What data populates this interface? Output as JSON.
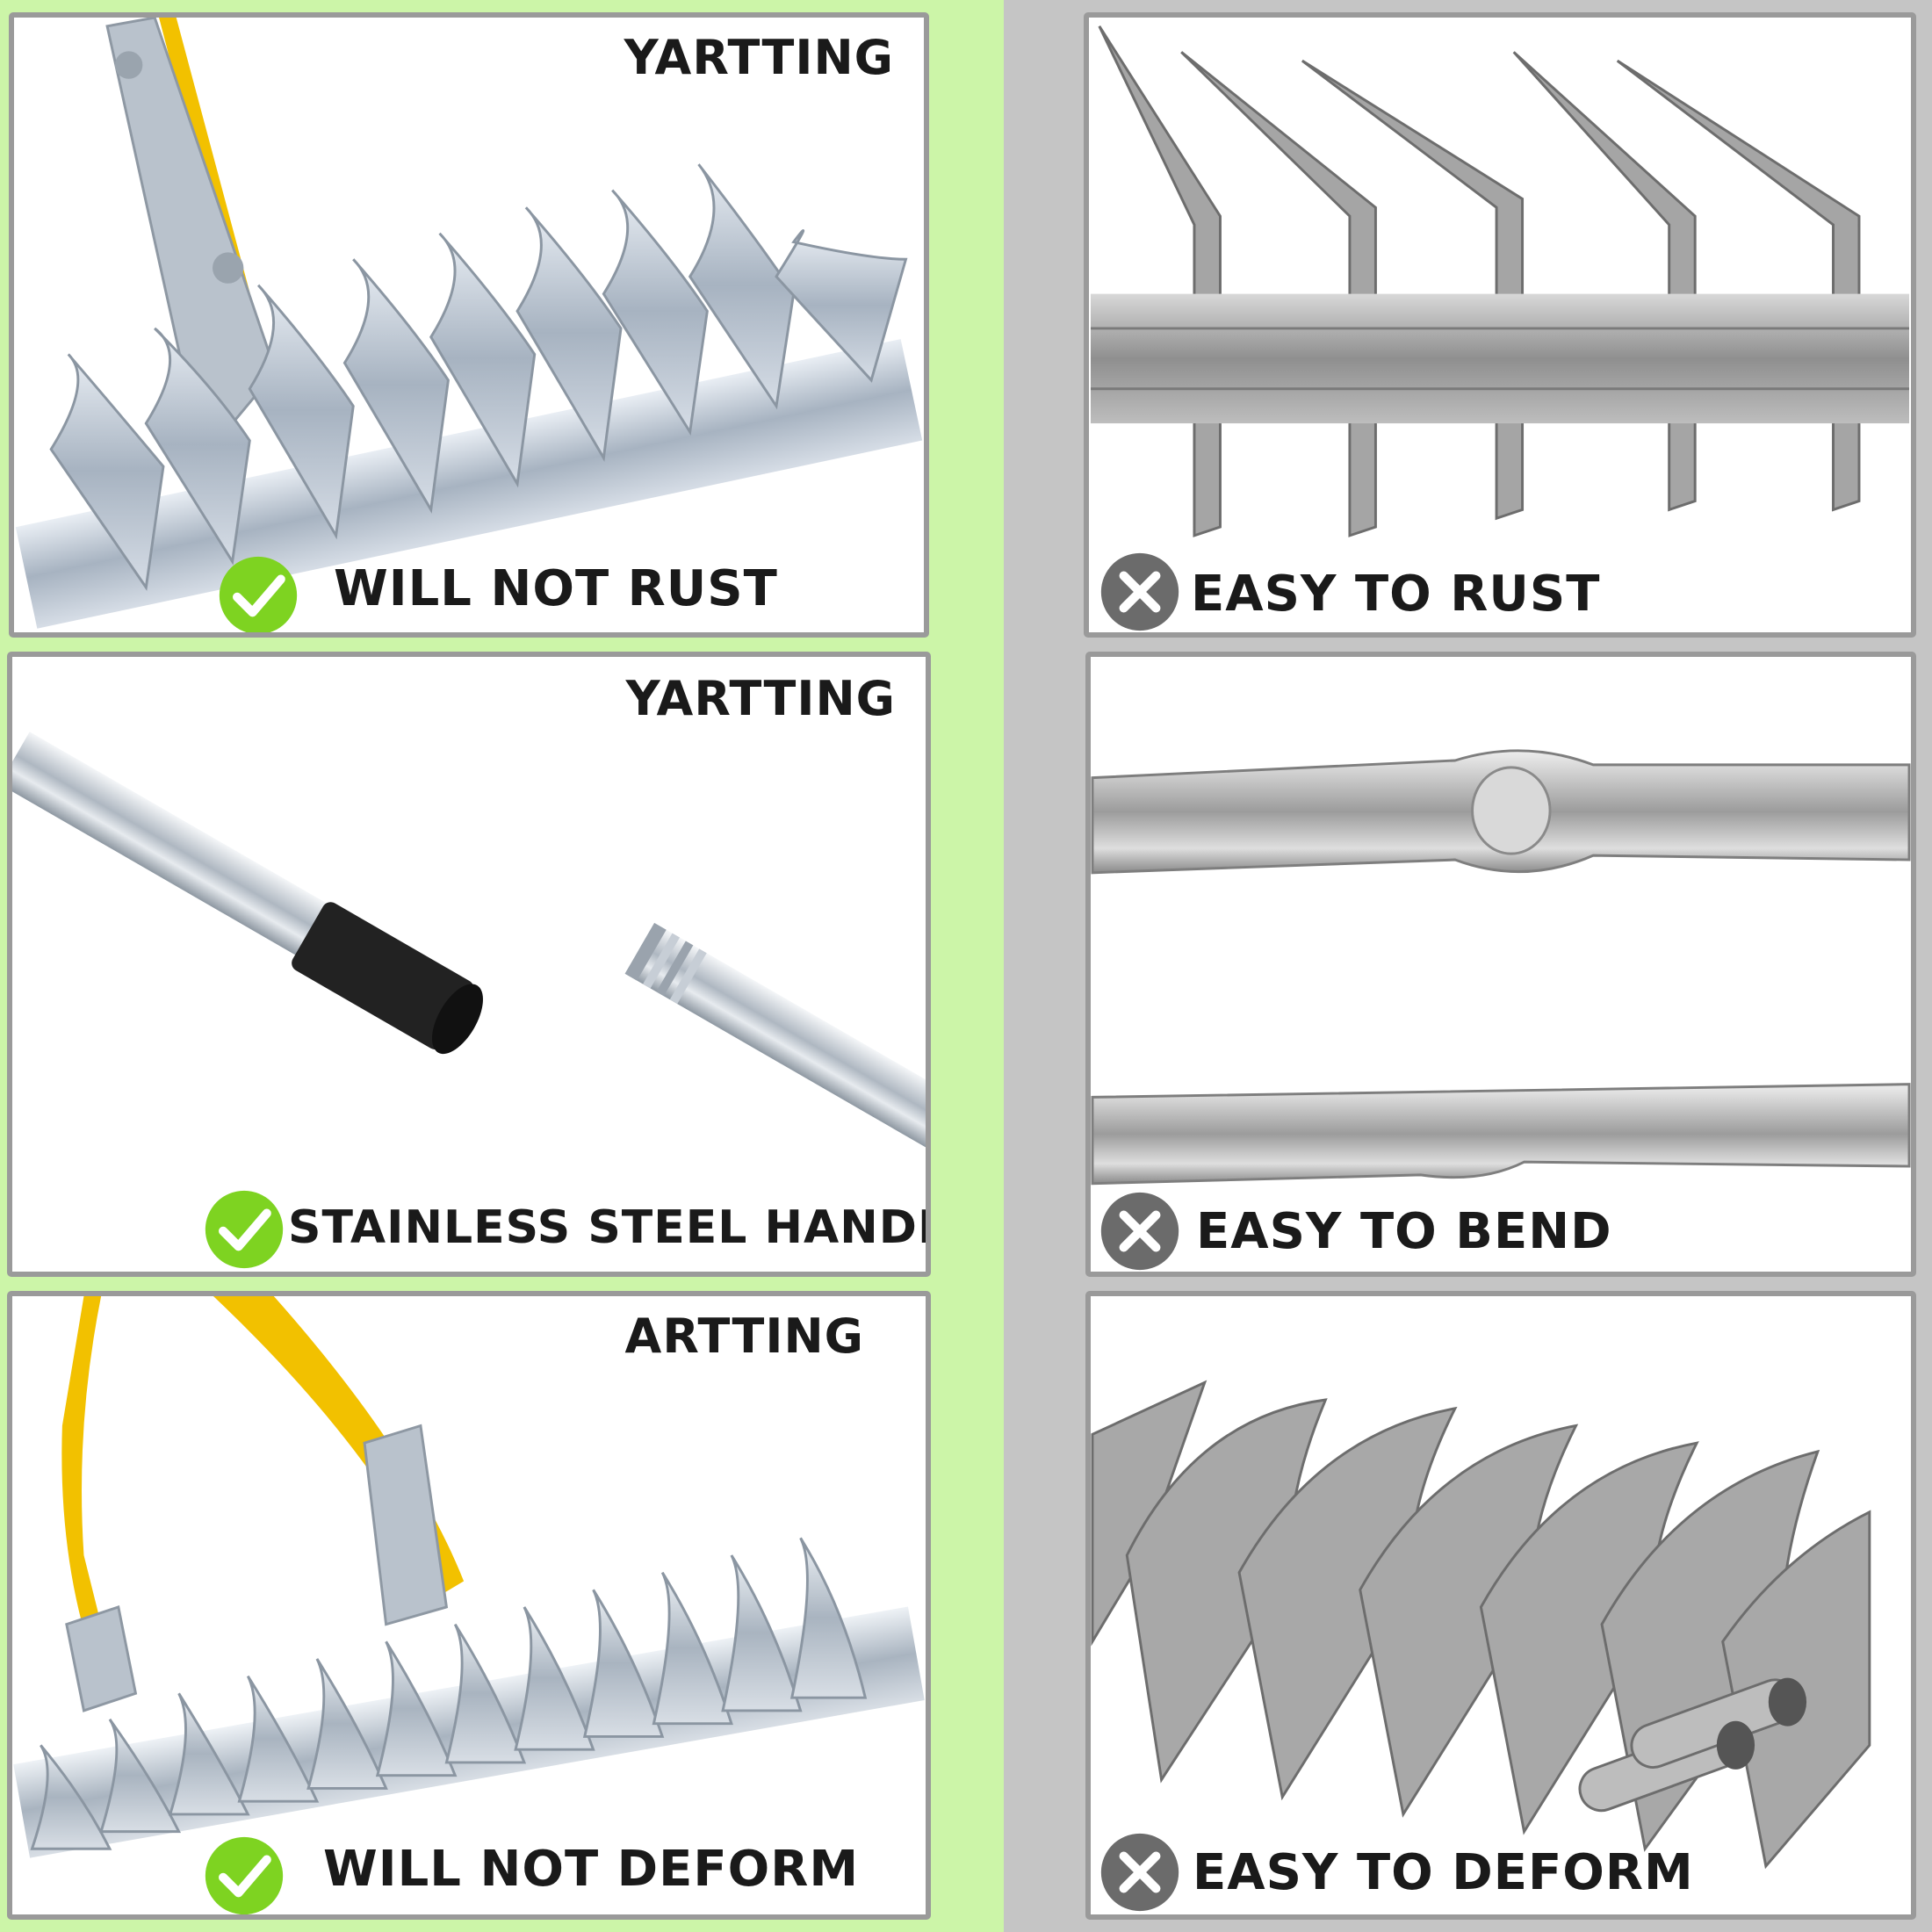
{
  "colors": {
    "left_background": "#ccf5a8",
    "right_background": "#c5c5c5",
    "check_green": "#7ed321",
    "cross_gray": "#6b6b6b",
    "handle_yellow": "#f2c100"
  },
  "good_panels": [
    {
      "brand": "YARTTING",
      "caption": "WILL NOT RUST",
      "icon": "check-circle-icon"
    },
    {
      "brand": "YARTTING",
      "caption": "STAINLESS STEEL HANDLE",
      "icon": "check-circle-icon"
    },
    {
      "brand": "ARTTING",
      "caption": "WILL NOT DEFORM",
      "icon": "check-circle-icon"
    }
  ],
  "bad_panels": [
    {
      "caption": "EASY TO RUST",
      "icon": "cross-circle-icon"
    },
    {
      "caption": "EASY TO BEND",
      "icon": "cross-circle-icon"
    },
    {
      "caption": "EASY TO DEFORM",
      "icon": "cross-circle-icon"
    }
  ]
}
